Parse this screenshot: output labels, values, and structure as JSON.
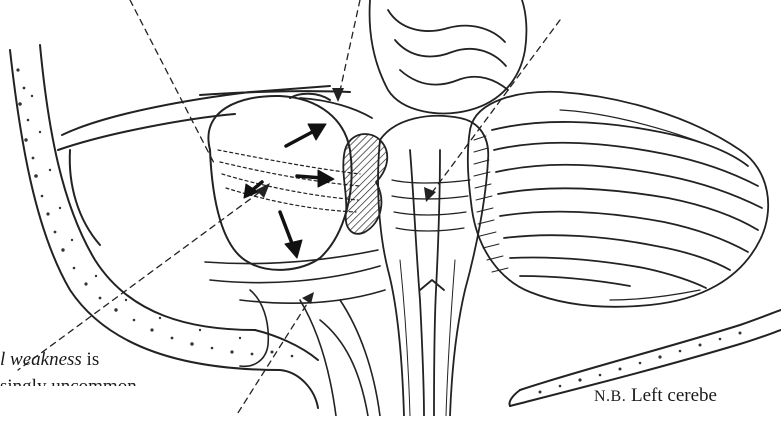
{
  "captions": {
    "bottom_left_line1_italic": "l weakness",
    "bottom_left_line1_rest": " is",
    "bottom_left_line2": "singly uncommon",
    "bottom_right_prefix": "N.B.",
    "bottom_right_text": " Left cerebe"
  }
}
